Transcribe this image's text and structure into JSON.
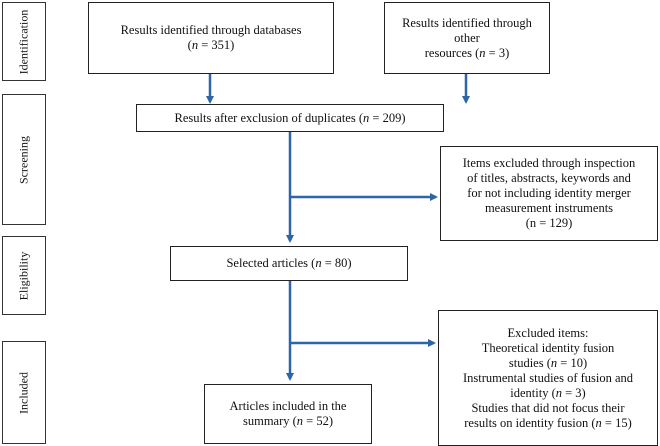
{
  "stages": {
    "identification": "Identification",
    "screening": "Screening",
    "eligibility": "Eligibility",
    "included": "Included"
  },
  "n_symbol": "n",
  "boxes": {
    "databases": {
      "line1": "Results identified through databases",
      "pre": "(",
      "post": " = 351)"
    },
    "other": {
      "line1": "Results identified through other",
      "line2_pre": "resources (",
      "line2_post": " = 3)"
    },
    "dedup": {
      "pre": "Results after exclusion of duplicates (",
      "post": " = 209)"
    },
    "excluded1": {
      "lines": [
        "Items excluded through inspection",
        "of titles, abstracts, keywords and",
        "for not including identity merger",
        "measurement instruments",
        "(n = 129)"
      ]
    },
    "selected": {
      "pre": "Selected articles (",
      "post": " =  80)"
    },
    "excluded2": {
      "title": "Excluded items:",
      "l1": "Theoretical identity fusion",
      "l2_pre": "studies (",
      "l2_post": " = 10)",
      "l3": "Instrumental studies of fusion and",
      "l4_pre": "identity (",
      "l4_post": " = 3)",
      "l5": "Studies that did not focus their",
      "l6_pre": "results on identity fusion (",
      "l6_post": " = 15)"
    },
    "included": {
      "line1": "Articles included in the",
      "line2_pre": "summary (",
      "line2_post": " = 52)"
    }
  },
  "colors": {
    "arrow": "#2e64a8",
    "border": "#222222"
  }
}
